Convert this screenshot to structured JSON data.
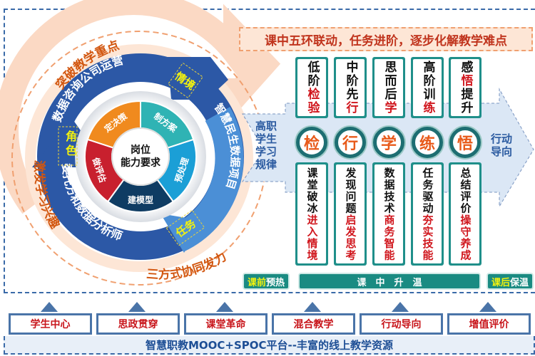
{
  "title": "课中五环联动，任务进阶，逐步化解教学难点",
  "cycle": {
    "outer_ring": [
      "突破教学重点",
      "激发学习兴趣",
      "三方式协同发力"
    ],
    "blue_ring": [
      "数据咨询公司运营",
      "智慧民生数据项目",
      "委托方和数据分析师"
    ],
    "tags": [
      "情境",
      "角色",
      "任务"
    ],
    "segments": [
      {
        "label": "定决策",
        "color": "#f08a1e"
      },
      {
        "label": "制方案",
        "color": "#2fb3b4"
      },
      {
        "label": "预处理",
        "color": "#1b9fd6"
      },
      {
        "label": "建模型",
        "color": "#0f3c63"
      },
      {
        "label": "做评估",
        "color": "#c8202e"
      }
    ],
    "center": [
      "岗位",
      "能力要求"
    ]
  },
  "left_label": "高职学生学习规律",
  "right_label": "行动导向",
  "stages": [
    {
      "circle": "检",
      "top": [
        [
          "低阶",
          "blk"
        ],
        [
          "检验",
          "red"
        ]
      ],
      "bottom": [
        [
          "课堂破冰",
          "blk"
        ],
        [
          "进入情境",
          "red"
        ]
      ]
    },
    {
      "circle": "行",
      "top": [
        [
          "中阶先",
          "blk"
        ],
        [
          "行",
          "red"
        ]
      ],
      "bottom": [
        [
          "发现问题",
          "blk"
        ],
        [
          "启发思考",
          "red"
        ]
      ]
    },
    {
      "circle": "学",
      "top": [
        [
          "思而后",
          "blk"
        ],
        [
          "学",
          "red"
        ]
      ],
      "bottom": [
        [
          "数据技术",
          "blk"
        ],
        [
          "商务智能",
          "red"
        ]
      ]
    },
    {
      "circle": "练",
      "top": [
        [
          "高阶训",
          "blk"
        ],
        [
          "练",
          "red"
        ]
      ],
      "bottom": [
        [
          "任务驱动",
          "blk"
        ],
        [
          "夯实技能",
          "red"
        ]
      ]
    },
    {
      "circle": "悟",
      "top": [
        [
          "感",
          "blk"
        ],
        [
          "悟",
          "red"
        ],
        [
          "提升",
          "blk"
        ]
      ],
      "bottom": [
        [
          "总结评价",
          "blk"
        ],
        [
          "操守养成",
          "red"
        ]
      ]
    }
  ],
  "phases": {
    "pre": {
      "a": "课前",
      "b": "预热"
    },
    "in": "课　中　升　温",
    "post": {
      "a": "课后",
      "b": "保温"
    }
  },
  "principles": [
    "学生中心",
    "思政贯穿",
    "课堂革命",
    "混合教学",
    "行动导向",
    "增值评价"
  ],
  "platform": "智慧职教MOOC+SPOC平台--丰富的线上教学资源",
  "colors": {
    "teal": "#1f8f8a",
    "blue": "#2f5ea8",
    "peach": "#fde6d6",
    "red": "#d0161d",
    "orange": "#e85a1a"
  }
}
